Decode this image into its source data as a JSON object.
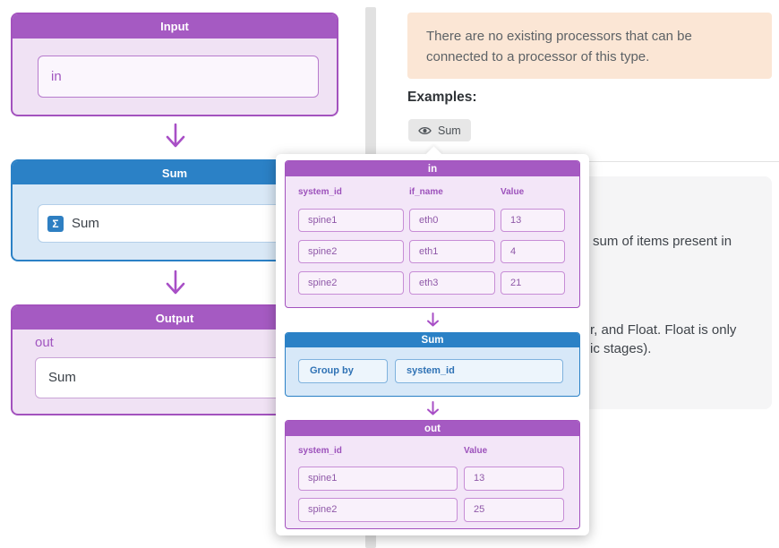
{
  "colors": {
    "purple_accent": "#a352be",
    "blue_accent": "#2b81c6",
    "alert_bg": "#fbe6d5",
    "panel_bg": "#f5f5f6"
  },
  "flow": {
    "input_node": {
      "title": "Input",
      "field_value": "in"
    },
    "sum_node": {
      "title": "Sum",
      "sigma": "Σ",
      "item_label": "Sum"
    },
    "output_node": {
      "title": "Output",
      "field_label": "out",
      "field_value": "Sum"
    }
  },
  "panel": {
    "alert_text": "There are no existing processors that can be connected to a processor of this type.",
    "examples_label": "Examples:",
    "example_button_label": "Sum",
    "doc_fragments": {
      "line1": "sum of items present in",
      "line2": "r, and Float. Float is only",
      "line3": "ic stages)."
    }
  },
  "popup": {
    "in_table": {
      "title": "in",
      "columns": [
        "system_id",
        "if_name",
        "Value"
      ],
      "rows": [
        [
          "spine1",
          "eth0",
          "13"
        ],
        [
          "spine2",
          "eth1",
          "4"
        ],
        [
          "spine2",
          "eth3",
          "21"
        ]
      ]
    },
    "sum_stage": {
      "title": "Sum",
      "param_label": "Group by",
      "param_value": "system_id"
    },
    "out_table": {
      "title": "out",
      "columns": [
        "system_id",
        "Value"
      ],
      "rows": [
        [
          "spine1",
          "13"
        ],
        [
          "spine2",
          "25"
        ]
      ]
    }
  }
}
